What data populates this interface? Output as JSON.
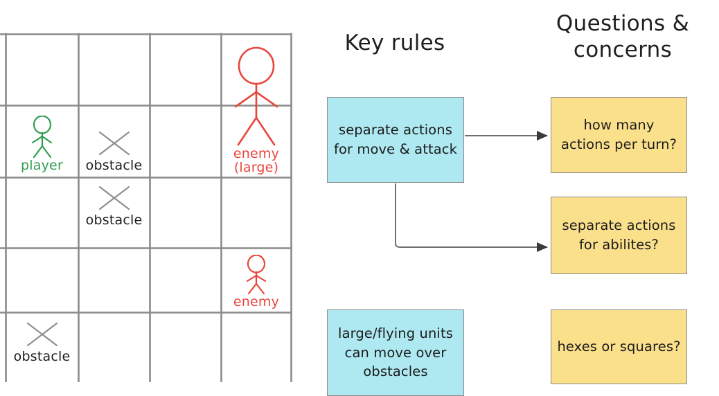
{
  "board": {
    "name": "tactics-grid",
    "columns": 4,
    "rows": 5,
    "cells": [
      {
        "row": 0,
        "col": 3,
        "icon": "enemy-large-stick-figure",
        "label": "enemy\n(large)",
        "color": "#e8453c"
      },
      {
        "row": 1,
        "col": 0,
        "icon": "player-stick-figure",
        "label": "player",
        "color": "#2f9e4f"
      },
      {
        "row": 1,
        "col": 1,
        "icon": "obstacle-x",
        "label": "obstacle",
        "color": "#1c1c1c"
      },
      {
        "row": 2,
        "col": 1,
        "icon": "obstacle-x",
        "label": "obstacle",
        "color": "#1c1c1c"
      },
      {
        "row": 3,
        "col": 3,
        "icon": "enemy-stick-figure",
        "label": "enemy",
        "color": "#e8453c"
      },
      {
        "row": 4,
        "col": 0,
        "icon": "obstacle-x",
        "label": "obstacle",
        "color": "#1c1c1c"
      }
    ],
    "labels": {
      "player": "player",
      "enemy": "enemy",
      "enemy_large_line1": "enemy",
      "enemy_large_line2": "(large)",
      "obstacle": "obstacle"
    }
  },
  "sections": {
    "key_rules": {
      "title": "Key rules"
    },
    "questions": {
      "title_line1": "Questions &",
      "title_line2": "concerns"
    }
  },
  "nodes": {
    "move_attack": {
      "text": "separate actions for move & attack",
      "color": "#aee9f2"
    },
    "large_flying": {
      "text": "large/flying units can move over obstacles",
      "color": "#aee9f2"
    },
    "actions_turn": {
      "text": "how many actions per turn?",
      "color": "#fbe08c"
    },
    "abilities": {
      "text": "separate actions for abilites?",
      "color": "#fbe08c"
    },
    "hexes": {
      "text": "hexes or squares?",
      "color": "#fbe08c"
    }
  },
  "connectors": [
    {
      "from": "move_attack",
      "to": "actions_turn",
      "style": "straight-arrow"
    },
    {
      "from": "move_attack",
      "to": "abilities",
      "style": "elbow-arrow"
    }
  ],
  "palette": {
    "grid_line": "#8a8a8a",
    "blue_fill": "#aee9f2",
    "yellow_fill": "#fbe08c",
    "box_border": "#8a8a8a",
    "ink": "#1c1c1c",
    "player_green": "#2f9e4f",
    "enemy_red": "#e8453c",
    "obstacle_gray": "#8e8e8e"
  }
}
